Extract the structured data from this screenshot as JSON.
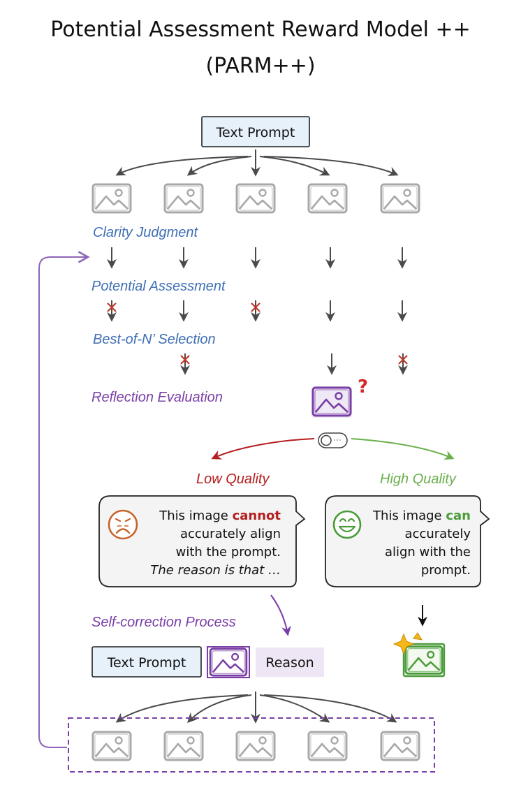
{
  "title": {
    "line1": "Potential Assessment Reward Model ++",
    "line2": "(PARM++)"
  },
  "top_prompt": "Text Prompt",
  "stages": {
    "clarity": "Clarity Judgment",
    "potential": "Potential Assessment",
    "best_of_n": "Best-of-N’ Selection",
    "reflection": "Reflection Evaluation",
    "self_correction": "Self-correction Process"
  },
  "reflection_mark": "?",
  "low_quality": {
    "label": "Low Quality",
    "line1_pre": "This image ",
    "line1_key": "cannot",
    "line2": "accurately align",
    "line3": "with the prompt.",
    "line4": "The reason is that …"
  },
  "high_quality": {
    "label": "High Quality",
    "line1_pre": "This image ",
    "line1_key": "can",
    "line2": "accurately",
    "line3": "align with the",
    "line4": "prompt."
  },
  "bottom_prompt": "Text Prompt",
  "reason_label": "Reason",
  "colors": {
    "stage_blue": "#3f6fb5",
    "stage_purple": "#7a3fa6",
    "low_red": "#b41e1e",
    "high_green": "#6ab04c",
    "prompt_box_fill": "#e6f1fa",
    "reason_fill": "#eee6f4",
    "image_gray": "#a8a8a8"
  },
  "icons": [
    "image-placeholder-icon",
    "toggle-switch-icon",
    "frown-face-icon",
    "smile-face-icon",
    "cross-mark-icon",
    "sparkle-icon"
  ]
}
